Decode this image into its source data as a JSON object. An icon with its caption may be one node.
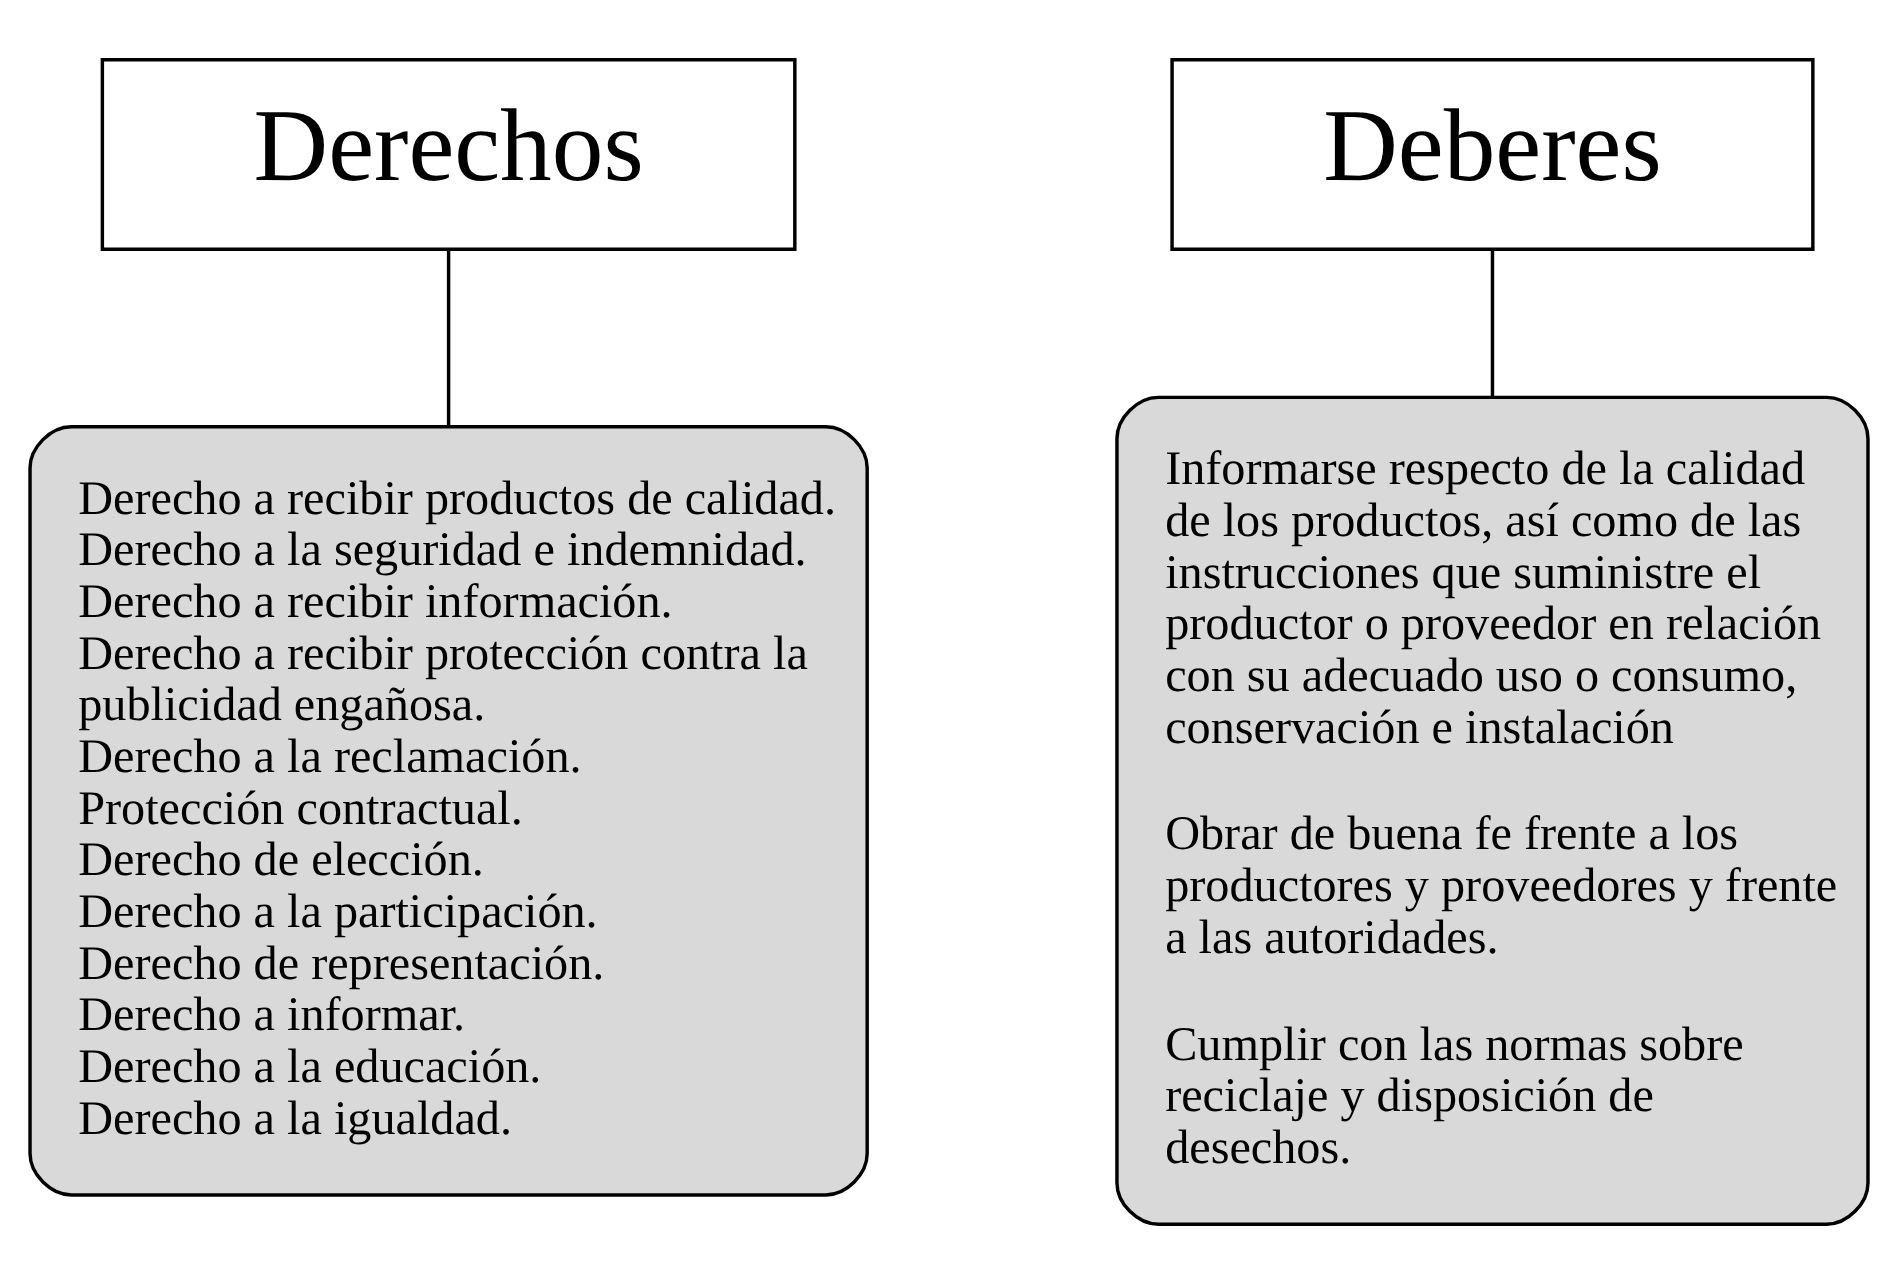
{
  "diagram": {
    "nodes": [
      {
        "text": [
          "Derechos"
        ]
      },
      {
        "text": [
          "Derecho a recibir productos de calidad.",
          "Derecho a la seguridad e indemnidad.",
          "Derecho a recibir información.",
          "Derecho a recibir protección contra la publicidad engañosa.",
          "Derecho a la reclamación.",
          "Protección contractual.",
          "Derecho de elección.",
          "Derecho a la participación.",
          "Derecho de representación.",
          "Derecho a informar.",
          "Derecho a la educación.",
          "Derecho a la igualdad."
        ]
      },
      {
        "text": [
          "Deberes"
        ]
      },
      {
        "text": [
          "Informarse respecto de la calidad de los productos, así como de las instrucciones que suministre el productor o proveedor en relación con su adecuado uso o consumo, conservación e instalación",
          "Obrar de buena fe frente a los productores y proveedores y frente a las autoridades.",
          "Cumplir con las normas sobre reciclaje y disposición de desechos."
        ]
      }
    ],
    "edges": [
      {
        "from": 0,
        "to": 1,
        "arrow": "none"
      },
      {
        "from": 2,
        "to": 3,
        "arrow": "none"
      }
    ]
  }
}
